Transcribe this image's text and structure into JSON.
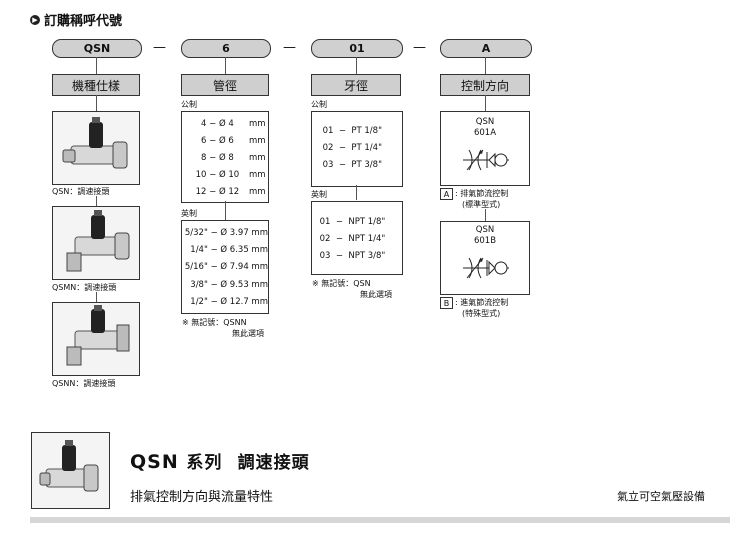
{
  "heading": "訂購稱呼代號",
  "code_parts": [
    "QSN",
    "6",
    "01",
    "A"
  ],
  "separator": "—",
  "columns": {
    "model": {
      "title": "機種仕樣",
      "items": [
        "QSN：調速接頭",
        "QSMN：調速接頭",
        "QSNN：調速接頭"
      ]
    },
    "pipe": {
      "title": "管徑",
      "metric_label": "公制",
      "metric_rows": [
        [
          "4",
          "Ø 4",
          "mm"
        ],
        [
          "6",
          "Ø 6",
          "mm"
        ],
        [
          "8",
          "Ø 8",
          "mm"
        ],
        [
          "10",
          "Ø 10",
          "mm"
        ],
        [
          "12",
          "Ø 12",
          "mm"
        ]
      ],
      "inch_label": "英制",
      "inch_rows": [
        [
          "5/32\"",
          "Ø 3.97 mm"
        ],
        [
          "1/4\"",
          "Ø 6.35 mm"
        ],
        [
          "5/16\"",
          "Ø 7.94 mm"
        ],
        [
          "3/8\"",
          "Ø 9.53 mm"
        ],
        [
          "1/2\"",
          "Ø 12.7 mm"
        ]
      ],
      "note_line1": "※ 無記號：QSNN",
      "note_line2": "無此選項"
    },
    "thread": {
      "title": "牙徑",
      "metric_label": "公制",
      "metric_rows": [
        [
          "01",
          "PT 1/8\""
        ],
        [
          "02",
          "PT 1/4\""
        ],
        [
          "03",
          "PT 3/8\""
        ]
      ],
      "inch_label": "英制",
      "inch_rows": [
        [
          "01",
          "NPT 1/8\""
        ],
        [
          "02",
          "NPT 1/4\""
        ],
        [
          "03",
          "NPT 3/8\""
        ]
      ],
      "note_line1": "※ 無記號：QSN",
      "note_line2": "無此選項"
    },
    "control": {
      "title": "控制方向",
      "a_model": "QSN",
      "a_code": "601A",
      "a_letter": "A",
      "a_desc1": "排氣節流控制",
      "a_desc2": "(標準型式)",
      "b_model": "QSN",
      "b_code": "601B",
      "b_letter": "B",
      "b_desc1": "進氣節流控制",
      "b_desc2": "(特殊型式)"
    }
  },
  "product": {
    "series": "QSN",
    "series_word": "系列",
    "name": "調速接頭",
    "subtitle": "排氣控制方向與流量特性",
    "company": "氣立可空氣壓設備"
  }
}
